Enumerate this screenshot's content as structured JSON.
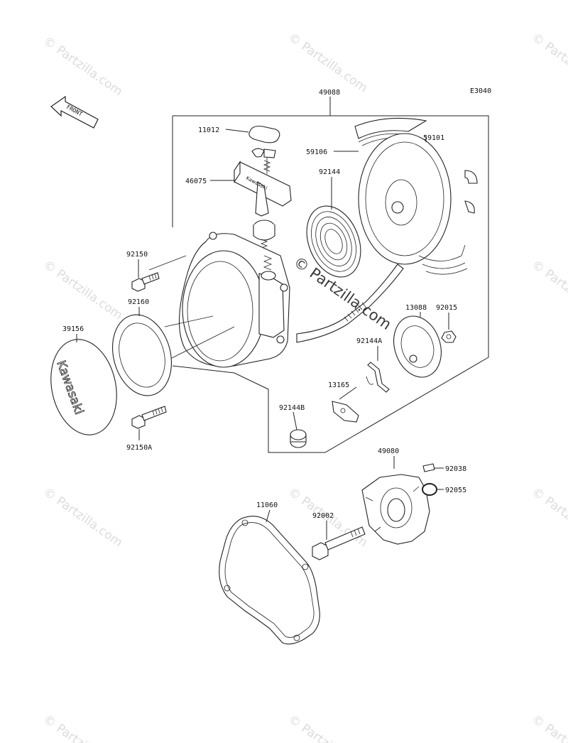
{
  "diagram": {
    "code": "E3040",
    "front_label": "FRONT",
    "watermark": "© Partzilla.com",
    "center_watermark": "© Partzilla.com",
    "cover_text": "Kawasaki",
    "handle_text": "Kawasaki",
    "parts": {
      "p49088": "49088",
      "p11012": "11012",
      "p59101": "59101",
      "p59106": "59106",
      "p46075": "46075",
      "p92144": "92144",
      "p92150": "92150",
      "p92160": "92160",
      "p39156": "39156",
      "p13088": "13088",
      "p92015": "92015",
      "p92144A": "92144A",
      "p13165": "13165",
      "p92144B": "92144B",
      "p92150A": "92150A",
      "p49080": "49080",
      "p92038": "92038",
      "p92055": "92055",
      "p11060": "11060",
      "p92002": "92002"
    }
  }
}
